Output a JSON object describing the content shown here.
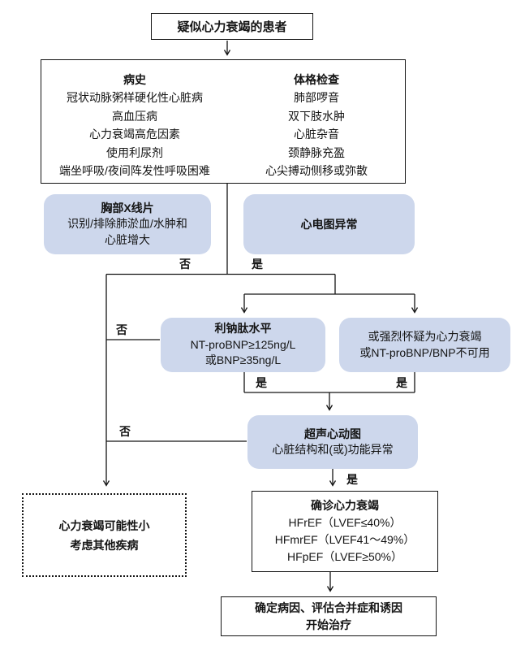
{
  "colors": {
    "node_fill": "#cdd7ec",
    "line": "#141414",
    "background": "#ffffff"
  },
  "nodes": {
    "start": "疑似心力衰竭的患者",
    "history": {
      "heading": "病史",
      "items": [
        "冠状动脉粥样硬化性心脏病",
        "高血压病",
        "心力衰竭高危因素",
        "使用利尿剂",
        "端坐呼吸/夜间阵发性呼吸困难"
      ]
    },
    "physical": {
      "heading": "体格检查",
      "items": [
        "肺部啰音",
        "双下肢水肿",
        "心脏杂音",
        "颈静脉充盈",
        "心尖搏动侧移或弥散"
      ]
    },
    "xray": {
      "heading": "胸部X线片",
      "line1": "识别/排除肺淤血/水肿和",
      "line2": "心脏增大"
    },
    "ecg": "心电图异常",
    "natriuretic": {
      "heading": "利钠肽水平",
      "line1": "NT-proBNP≥125ng/L",
      "line2": "或BNP≥35ng/L"
    },
    "suspicion": {
      "line1": "或强烈怀疑为心力衰竭",
      "line2": "或NT-proBNP/BNP不可用"
    },
    "echo": {
      "heading": "超声心动图",
      "line1": "心脏结构和(或)功能异常"
    },
    "unlikely": {
      "line1": "心力衰竭可能性小",
      "line2": "考虑其他疾病"
    },
    "confirm": {
      "heading": "确诊心力衰竭",
      "items": [
        "HFrEF（LVEF≤40%）",
        "HFmrEF（LVEF41～49%）",
        "HFpEF（LVEF≥50%）"
      ]
    },
    "treatment": {
      "line1": "确定病因、评估合并症和诱因",
      "line2": "开始治疗"
    }
  },
  "edge_labels": {
    "xray_no": "否",
    "ecg_yes": "是",
    "natriuretic_no": "否",
    "natriuretic_yes": "是",
    "suspicion_yes": "是",
    "echo_no": "否",
    "echo_yes": "是"
  }
}
